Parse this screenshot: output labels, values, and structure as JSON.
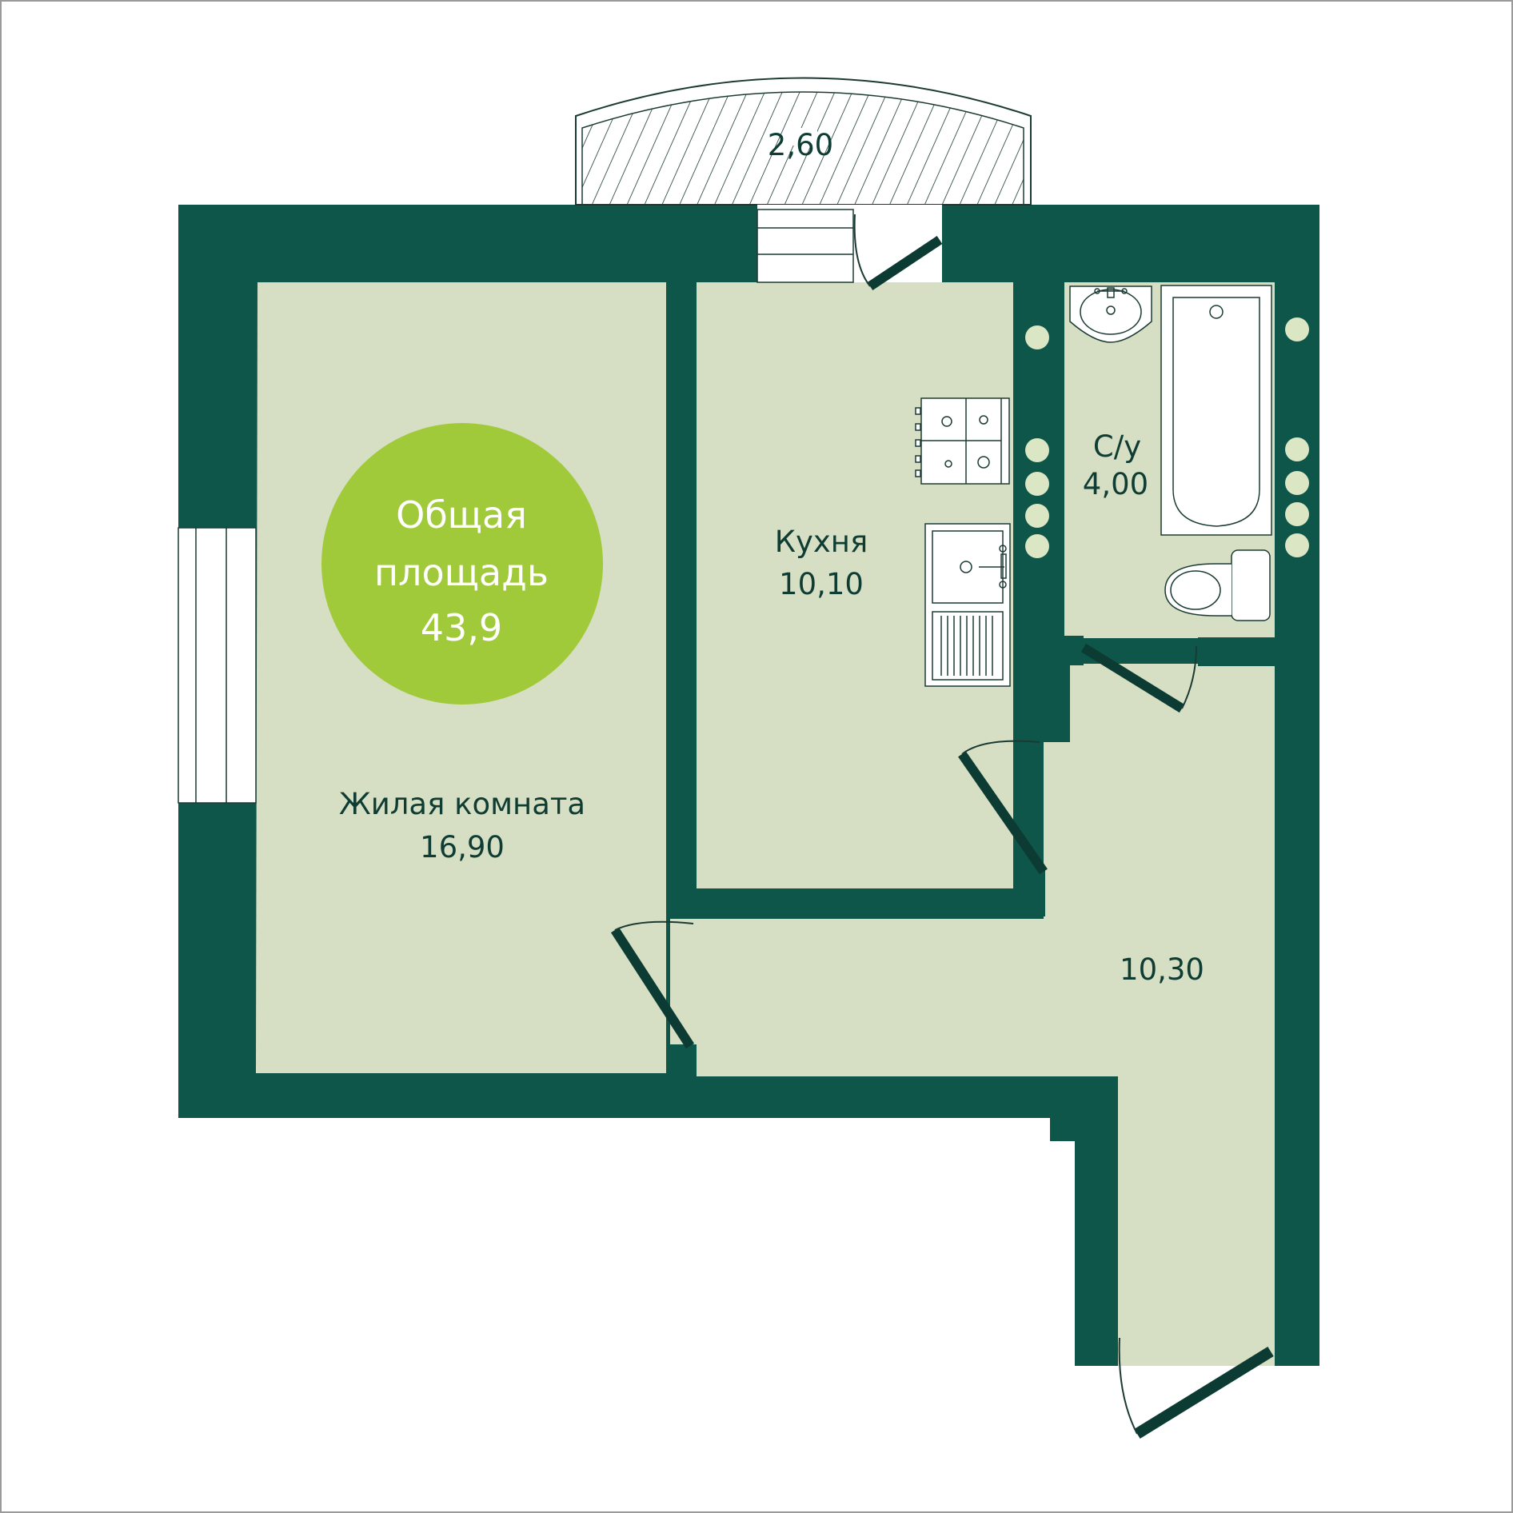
{
  "colors": {
    "wall": "#0e5649",
    "floor": "#d6dfc3",
    "badge": "#a1ca3a",
    "dot": "#dbe6c4",
    "text": "#0f3d33",
    "door": "#0c3b33",
    "outline": "#1c3a34"
  },
  "badge": {
    "line1": "Общая",
    "line2": "площадь",
    "value": "43,9"
  },
  "rooms": {
    "living": {
      "name": "Жилая комната",
      "area": "16,90"
    },
    "kitchen": {
      "name": "Кухня",
      "area": "10,10"
    },
    "bathroom": {
      "name": "С/у",
      "area": "4,00"
    },
    "hall": {
      "area": "10,30"
    },
    "balcony": {
      "area": "2,60"
    }
  },
  "icons": {
    "stove": "stove-icon",
    "sink": "kitchen-sink-icon",
    "washbasin": "washbasin-icon",
    "bathtub": "bathtub-icon",
    "toilet": "toilet-icon",
    "door": "door-swing-icon",
    "window": "window-icon"
  }
}
